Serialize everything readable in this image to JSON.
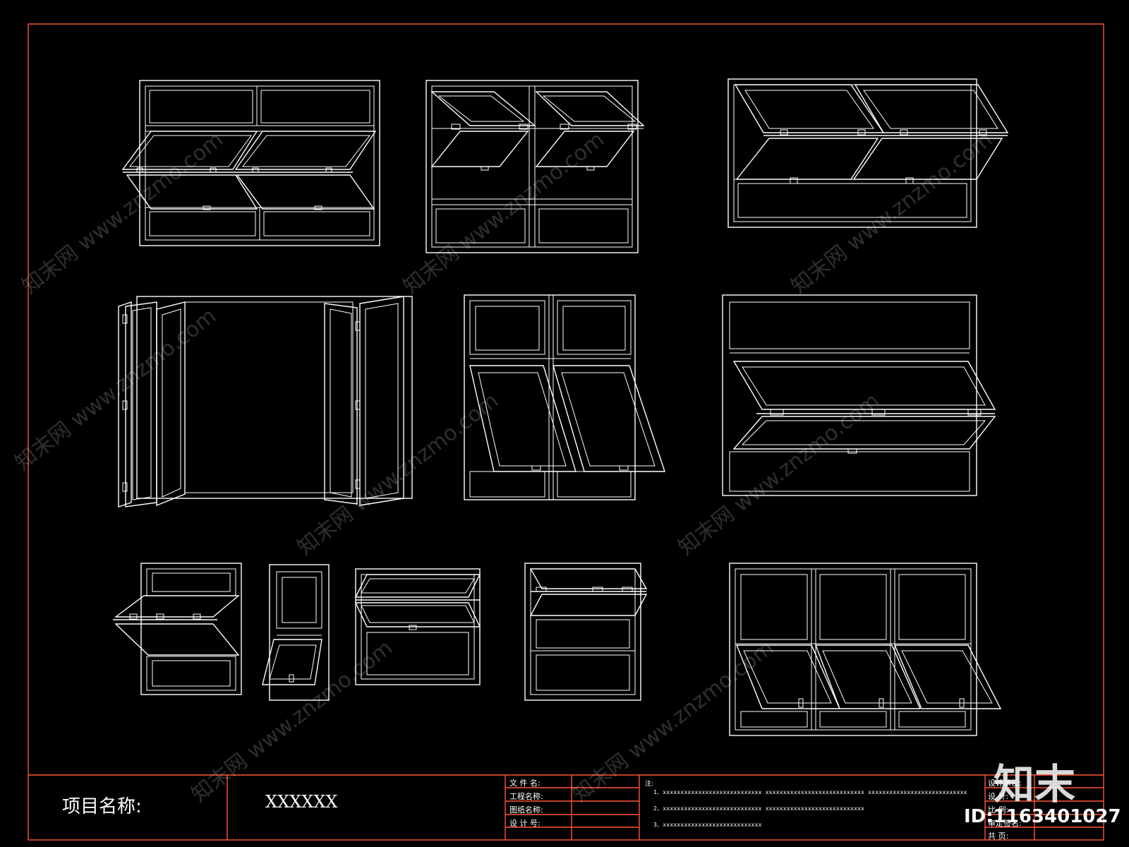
{
  "title_block": {
    "project_label": "项目名称:",
    "project_value": "XXXXXX",
    "fields": [
      "文 件 名:",
      "工程名称:",
      "图纸名称:",
      "设 计 号:"
    ],
    "notes_label": "注:",
    "notes": [
      "1、xxxxxxxxxxxxxxxxxxxxxxxxxxxx    xxxxxxxxxxxxxxxxxxxxxxxxxxxx    xxxxxxxxxxxxxxxxxxxxxxxxxxxx",
      "2、xxxxxxxxxxxxxxxxxxxxxxxxxxxx    xxxxxxxxxxxxxxxxxxxxxxxxxxxx",
      "3、xxxxxxxxxxxxxxxxxxxxxxxxxxxx"
    ],
    "right_fields": [
      "设计单位:",
      "设    计:",
      "比    例:",
      "审定签名:",
      "共    页:"
    ]
  },
  "watermark": {
    "text": "知末网 www.znzmo.com",
    "logo": "知末",
    "id_label": "ID:1163401027"
  },
  "colors": {
    "background": "#000000",
    "lines": "#ffffff",
    "frame_border": "#ff5533"
  }
}
